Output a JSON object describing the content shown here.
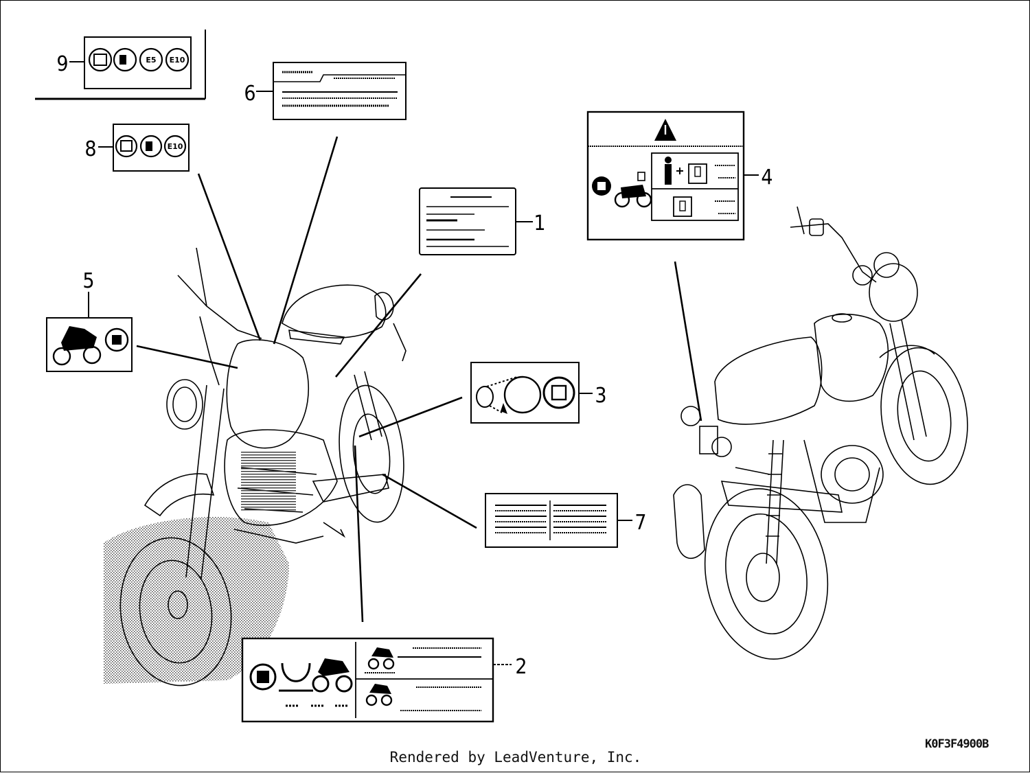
{
  "callouts": [
    "1",
    "2",
    "3",
    "4",
    "5",
    "6",
    "7",
    "8",
    "9"
  ],
  "label_text": {
    "e10": "E10",
    "e5": "E5",
    "e10_small": "E10"
  },
  "footer": "Rendered by LeadVenture, Inc.",
  "diagram_code": "K0F3F4900B"
}
